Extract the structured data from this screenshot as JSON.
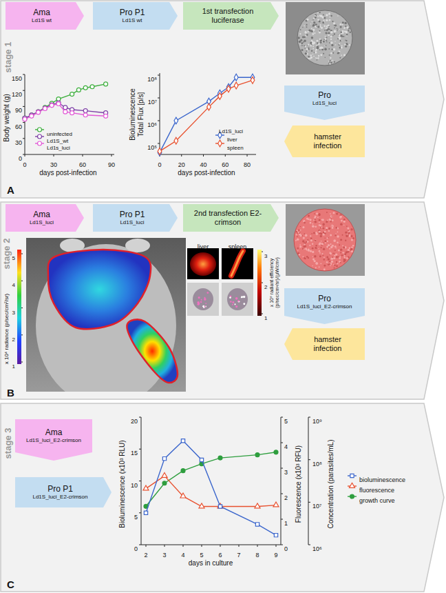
{
  "diagram": {
    "nodes": [
      {
        "text": [
          "stage 1"
        ]
      },
      {
        "text": [
          "Ama",
          "Ld1S wt"
        ],
        "in": 0
      },
      {
        "text": [
          "Pro P1",
          "Ld1S wt"
        ],
        "in": 0
      },
      {
        "text": [
          "1st transfection luciferase"
        ],
        "in": 0
      },
      {
        "text": [
          "Pro",
          "Ld1S_luci"
        ],
        "in": 0
      },
      {
        "text": [
          "hamster infection"
        ],
        "in": 0
      },
      {
        "text": [
          "stage 2"
        ]
      },
      {
        "text": [
          "Ama",
          "Ld1S_luci"
        ],
        "in": 6
      },
      {
        "text": [
          "Pro P1",
          "Ld1S_luci"
        ],
        "in": 6
      },
      {
        "text": [
          "2nd transfection E2-crimson"
        ],
        "in": 6
      },
      {
        "text": [
          "Pro",
          "Ld1S_luci_E2-crimson"
        ],
        "in": 6
      },
      {
        "text": [
          "hamster infection"
        ],
        "in": 6
      },
      {
        "text": [
          "stage 3"
        ]
      },
      {
        "text": [
          "Ama",
          "Ld1S_luci_E2-crimson"
        ],
        "in": 12
      },
      {
        "text": [
          "Pro P1",
          "Ld1S_luci_E2-crimson"
        ],
        "in": 12
      }
    ],
    "labels": [
      "A",
      "Body weight (g)",
      "0",
      "30",
      "60",
      "90",
      "120",
      "150",
      "0",
      "30",
      "60",
      "90",
      "days post-infection",
      "Bioluminescence Total Flux [p/s]",
      "10⁵",
      "10⁶",
      "10⁷",
      "10⁸",
      "0",
      "20",
      "40",
      "60",
      "80",
      "days post-infection",
      "Ld1S_luci",
      "B",
      "x 10⁴ radiance (p/sec/cm²/sr)",
      "1",
      "2",
      "3",
      "4",
      "5",
      "liver",
      "spleen",
      "x 10⁸ radiant efficiency (p/sec/cm²/sr)/(µW/cm²)",
      "1",
      "2",
      "3",
      "C",
      "Bioluminescence (x10³ RLU)",
      "0",
      "5",
      "10",
      "15",
      "20",
      "Fluorescence (x10³ RFU)",
      "0",
      "1",
      "2",
      "3",
      "4",
      "5",
      "Concentration (parasites/mL)",
      "10⁶",
      "10⁷",
      "10⁸",
      "10⁹",
      "2",
      "3",
      "4",
      "5",
      "6",
      "7",
      "8",
      "9",
      "days in culture"
    ],
    "legend": [
      {
        "text": "uninfected"
      },
      {
        "text": "Ld1S_wt"
      },
      {
        "text": "Ld1s_luci"
      },
      {
        "text": "liver"
      },
      {
        "text": "spleen"
      },
      {
        "text": "bioluminescence"
      },
      {
        "text": "fluorescence"
      },
      {
        "text": "growth curve"
      }
    ]
  }
}
